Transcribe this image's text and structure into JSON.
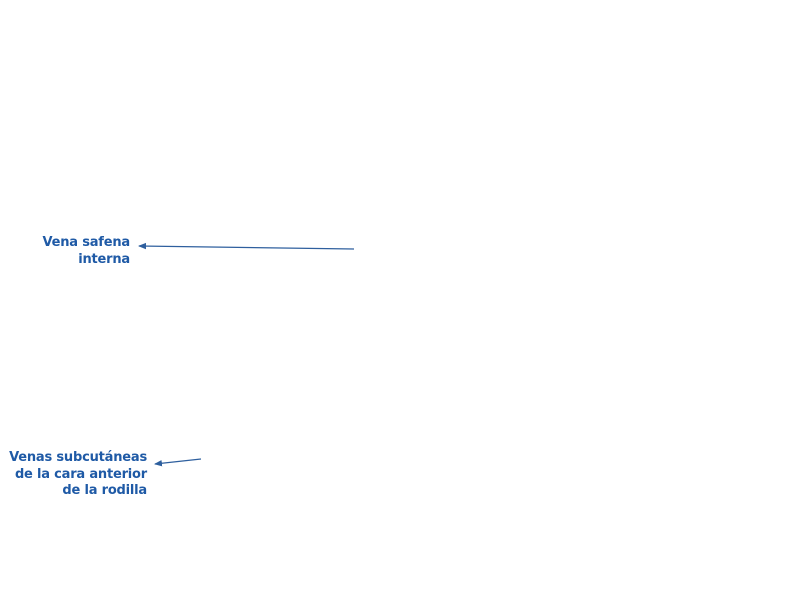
{
  "labels": {
    "safena": {
      "lines": [
        "Vena safena",
        "interna"
      ]
    },
    "venas": {
      "lines": [
        "Venas subcutáneas",
        "de la cara anterior",
        "de la rodilla"
      ]
    }
  },
  "colors": {
    "label": "#1f5aa6",
    "arrow": "#2e5f9e",
    "background": "#ffffff"
  }
}
